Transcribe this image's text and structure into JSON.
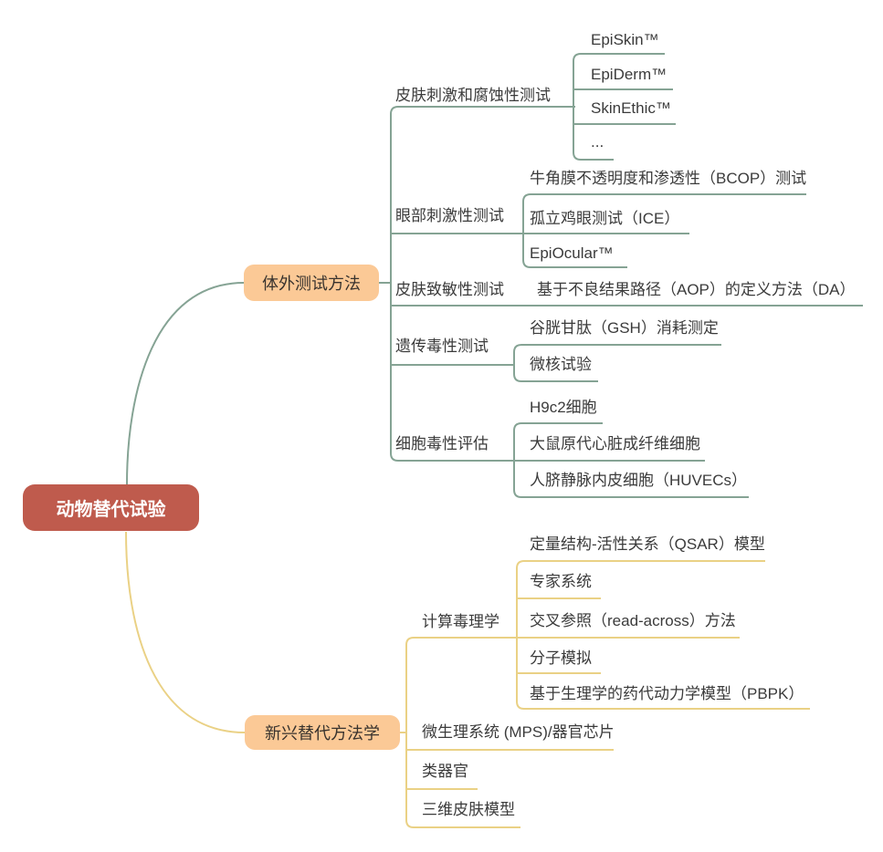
{
  "colors": {
    "background": "#ffffff",
    "root_bg": "#bf5b4d",
    "root_text": "#ffffff",
    "branch_bg": "#fbc996",
    "branch_text": "#38332e",
    "leaf_text": "#3b3b3b",
    "top_branch_line": "#85a394",
    "bottom_branch_line": "#ead185"
  },
  "mindmap": {
    "root": {
      "label": "动物替代试验"
    },
    "branches": [
      {
        "label": "体外测试方法",
        "children": [
          {
            "label": "皮肤刺激和腐蚀性测试",
            "children": [
              {
                "label": "EpiSkin™"
              },
              {
                "label": "EpiDerm™"
              },
              {
                "label": "SkinEthic™"
              },
              {
                "label": "..."
              }
            ]
          },
          {
            "label": "眼部刺激性测试",
            "children": [
              {
                "label": "牛角膜不透明度和渗透性（BCOP）测试"
              },
              {
                "label": "孤立鸡眼测试（ICE）"
              },
              {
                "label": "EpiOcular™"
              }
            ]
          },
          {
            "label": "皮肤致敏性测试",
            "children": [
              {
                "label": "基于不良结果路径（AOP）的定义方法（DA）"
              }
            ]
          },
          {
            "label": "遗传毒性测试",
            "children": [
              {
                "label": "谷胱甘肽（GSH）消耗测定"
              },
              {
                "label": "微核试验"
              }
            ]
          },
          {
            "label": "细胞毒性评估",
            "children": [
              {
                "label": "H9c2细胞"
              },
              {
                "label": "大鼠原代心脏成纤维细胞"
              },
              {
                "label": "人脐静脉内皮细胞（HUVECs）"
              }
            ]
          }
        ]
      },
      {
        "label": "新兴替代方法学",
        "children": [
          {
            "label": "计算毒理学",
            "children": [
              {
                "label": "定量结构-活性关系（QSAR）模型"
              },
              {
                "label": "专家系统"
              },
              {
                "label": "交叉参照（read-across）方法"
              },
              {
                "label": "分子模拟"
              },
              {
                "label": "基于生理学的药代动力学模型（PBPK）"
              }
            ]
          },
          {
            "label": "微生理系统 (MPS)/器官芯片"
          },
          {
            "label": "类器官"
          },
          {
            "label": "三维皮肤模型"
          }
        ]
      }
    ]
  }
}
